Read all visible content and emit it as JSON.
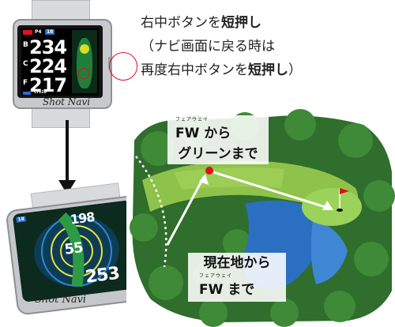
{
  "instructions": {
    "line1_a": "右中ボタンを",
    "line1_b": "短押し",
    "line2": "（ナビ画面に戻る時は",
    "line3_a": "再度右中ボタンを",
    "line3_b": "短押し",
    "line3_c": "）"
  },
  "watch1": {
    "brand": "Shot Navi",
    "letters": [
      "B",
      "C",
      "F"
    ],
    "yardages": [
      "234",
      "224",
      "217"
    ],
    "hole_num": "18",
    "par": "P4",
    "status": "Crs18",
    "colors": {
      "flag": "#e0101e",
      "highlight": "#e0101e"
    }
  },
  "watch2": {
    "brand": "Shot Navi",
    "yardages": [
      "198",
      "55",
      "253"
    ],
    "hole_num": "18"
  },
  "callouts": {
    "top_ruby": "フェアウェイ",
    "top_line1": "FW から",
    "top_line2": "グリーンまで",
    "bottom_line1": "現在地から",
    "bottom_ruby": "フェアウェイ",
    "bottom_line2": "FW まで"
  }
}
